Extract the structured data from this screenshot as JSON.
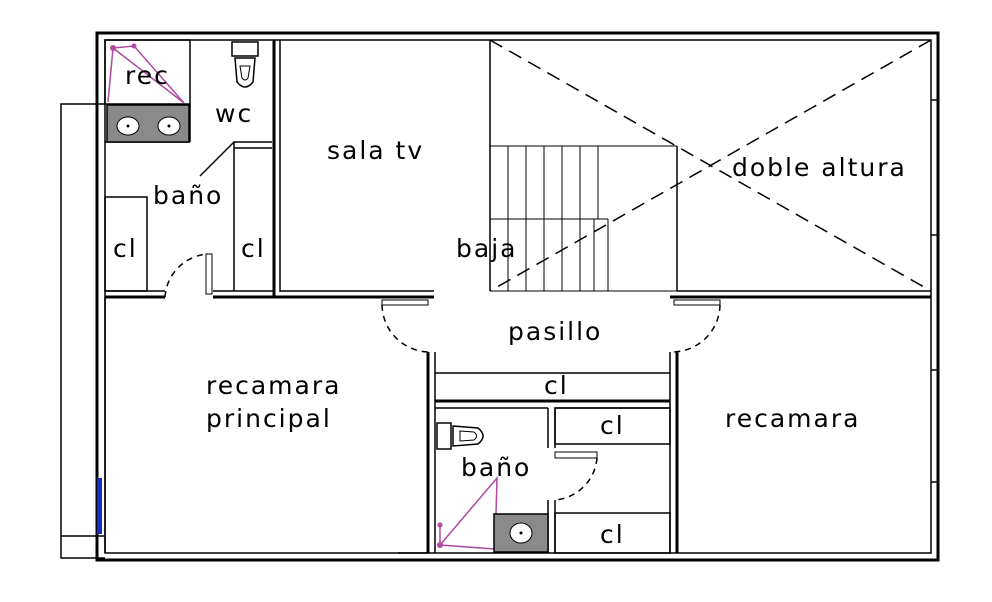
{
  "rooms": {
    "rec": "rec",
    "wc": "wc",
    "bano_top": "baño",
    "cl_left": "cl",
    "cl_mid": "cl",
    "sala_tv": "sala  tv",
    "baja": "baja",
    "doble_altura": "doble  altura",
    "pasillo": "pasillo",
    "cl_hall": "cl",
    "recamara_principal_1": "recamara",
    "recamara_principal_2": "principal",
    "cl_bath_top": "cl",
    "bano_bottom": "baño",
    "cl_bath_bottom": "cl",
    "recamara": "recamara"
  },
  "colors": {
    "walls": "#000000",
    "fixture_outline": "#b04aa0",
    "countertop": "#8a8a8a",
    "accent_blue": "#1a2cc8"
  }
}
